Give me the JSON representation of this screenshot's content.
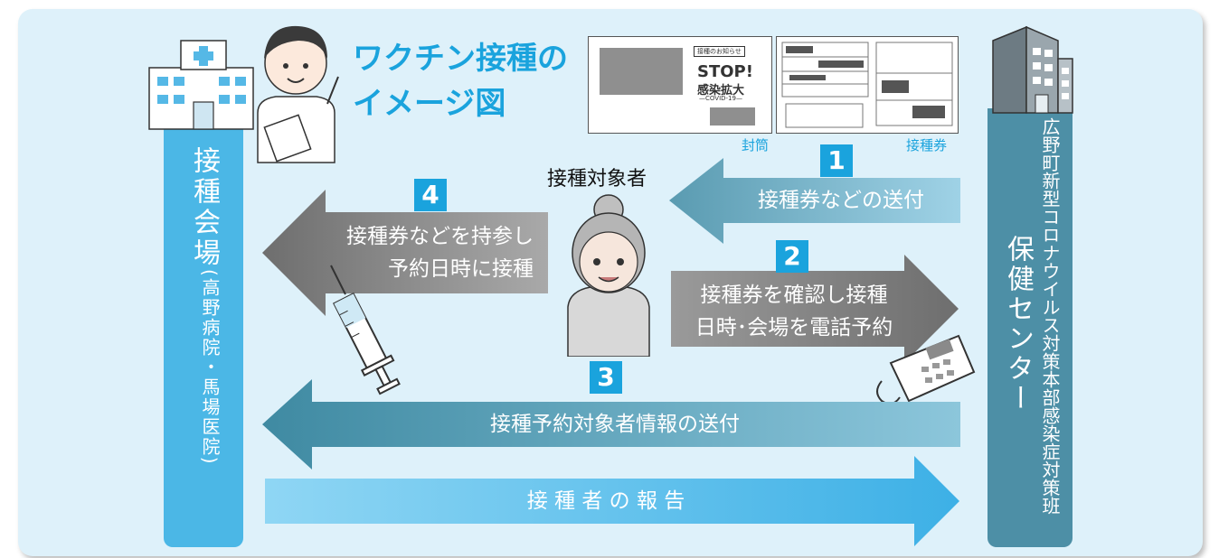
{
  "title": {
    "line1": "ワクチン接種の",
    "line2": "イメージ図"
  },
  "venue": {
    "main": "接種会場",
    "sub": "(高野病院・馬場医院)"
  },
  "center": {
    "line1": "広野町新型コロナウイルス対策本部感染症対策班",
    "line2": "保健センター"
  },
  "target_label": "接種対象者",
  "captions": {
    "envelope": "封筒",
    "ticket": "接種券"
  },
  "envelope_text": {
    "notice": "接種のお知らせ",
    "stop": "STOP!",
    "sub": "感染拡大",
    "covid": "—COVID-19—"
  },
  "steps": [
    {
      "num": "1",
      "lines": [
        "接種券などの送付"
      ]
    },
    {
      "num": "2",
      "lines": [
        "接種券を確認し接種",
        "日時･会場を電話予約"
      ]
    },
    {
      "num": "3",
      "lines": [
        "接種予約対象者情報の送付"
      ]
    },
    {
      "num": "4",
      "lines": [
        "接種券などを持参し",
        "予約日時に接種"
      ]
    },
    {
      "num": "",
      "lines": [
        "接 種 者 の 報 告"
      ]
    }
  ],
  "colors": {
    "accent": "#1aa3dd",
    "venue_bar": "#4bb7e6",
    "center_bar": "#4d8fa6",
    "gray": "#777777",
    "teal": "#4d95ad"
  },
  "icons": [
    "hospital-icon",
    "doctor-icon",
    "elderly-woman-icon",
    "syringe-icon",
    "telephone-icon",
    "building-icon"
  ]
}
